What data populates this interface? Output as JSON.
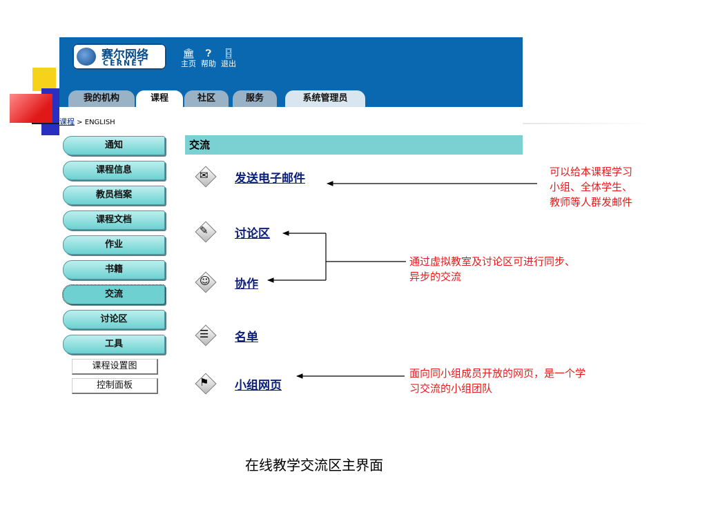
{
  "header": {
    "logo_cn": "赛尔网络",
    "logo_en": "CERNET",
    "tools": [
      {
        "label": "主页",
        "icon": "home-icon"
      },
      {
        "label": "帮助",
        "icon": "help-icon"
      },
      {
        "label": "退出",
        "icon": "exit-icon"
      }
    ],
    "tabs": [
      "我的机构",
      "课程",
      "社区",
      "服务",
      "系统管理员"
    ],
    "active_tab": "课程"
  },
  "breadcrumb": {
    "link": "课程",
    "separator": " > ",
    "current": "ENGLISH"
  },
  "sidebar": {
    "items": [
      "通知",
      "课程信息",
      "教员档案",
      "课程文档",
      "作业",
      "书籍",
      "交流",
      "讨论区",
      "工具"
    ],
    "current": "交流",
    "buttons": [
      "课程设置图",
      "控制面板"
    ]
  },
  "main": {
    "section_title": "交流",
    "items": [
      {
        "label": "发送电子邮件",
        "icon": "email-icon"
      },
      {
        "label": "讨论区",
        "icon": "discussion-icon"
      },
      {
        "label": "协作",
        "icon": "collaboration-icon"
      },
      {
        "label": "名单",
        "icon": "roster-icon"
      },
      {
        "label": "小组网页",
        "icon": "group-page-icon"
      }
    ]
  },
  "annotations": {
    "email": [
      "可以给本课程学习",
      "小组、全体学生、",
      "教师等人群发邮件"
    ],
    "sync": [
      "通过虚拟教室及讨论区可进行同步、",
      "异步的交流"
    ],
    "group": [
      "面向同小组成员开放的网页，是一个学",
      "习交流的小组团队"
    ]
  },
  "caption": "在线教学交流区主界面",
  "colors": {
    "banner": "#0968b0",
    "nav_button": "#7bd1d1",
    "annotation_text": "#e31b1b",
    "link": "#0b1f7a"
  }
}
